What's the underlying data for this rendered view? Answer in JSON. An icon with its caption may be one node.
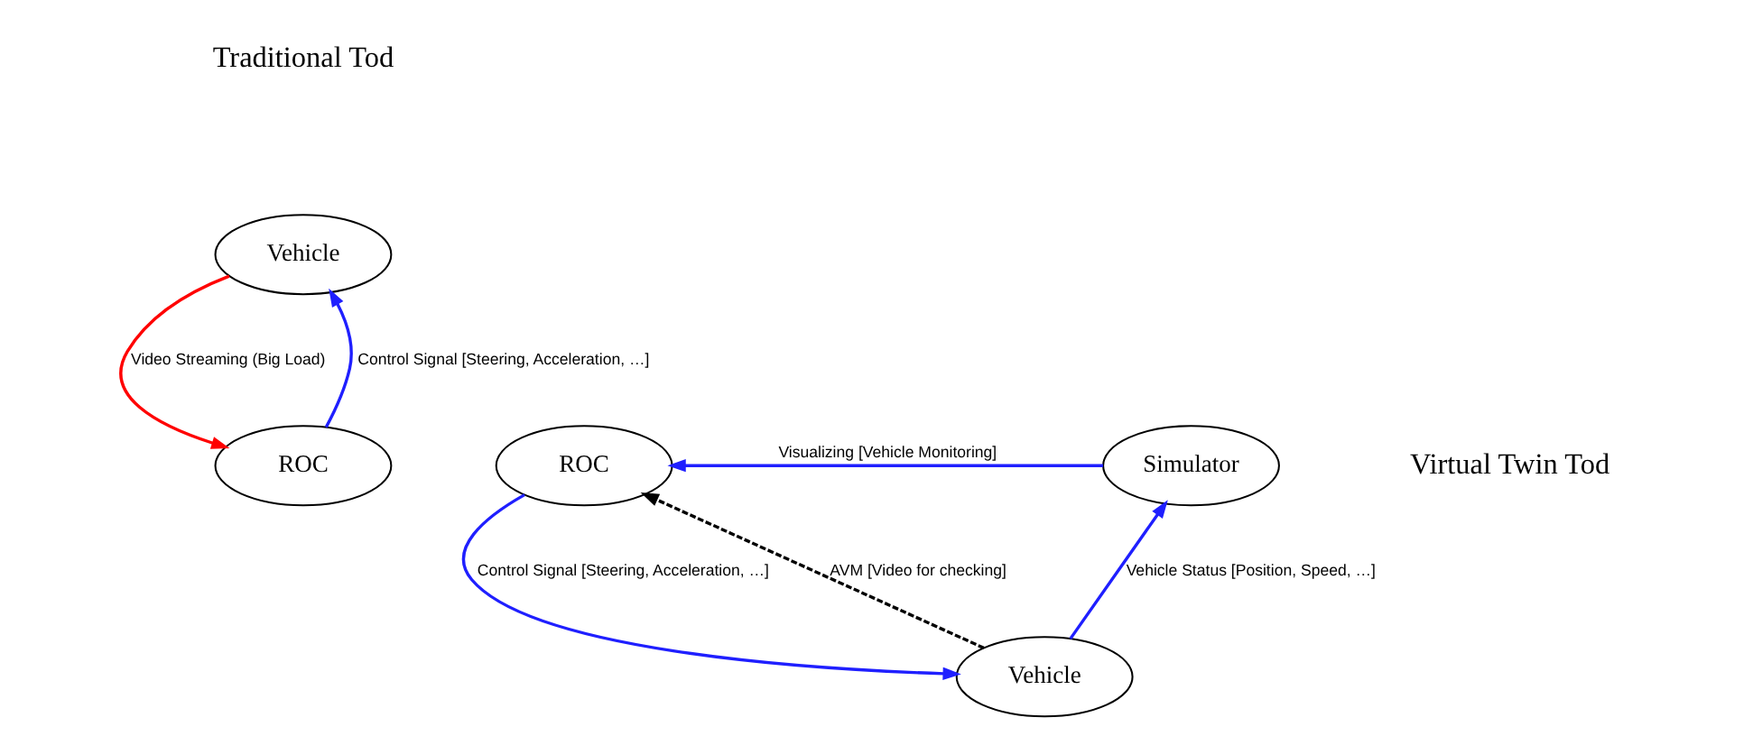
{
  "diagram": {
    "nodes": [
      {
        "text": [
          "Vehicle"
        ]
      },
      {
        "text": [
          "ROC"
        ]
      },
      {
        "text": [
          "Vehicle"
        ]
      },
      {
        "text": [
          "ROC"
        ]
      },
      {
        "text": [
          "Simulator"
        ]
      }
    ],
    "edges": [
      {
        "from": 0,
        "to": 1,
        "arrow": "to",
        "label": "Video Streaming (Big Load)",
        "color": "#ff0000"
      },
      {
        "from": 1,
        "to": 0,
        "arrow": "to",
        "label": "Control Signal [Steering, Acceleration, …]"
      },
      {
        "from": 2,
        "to": 3,
        "arrow": "to",
        "label": "AVM [Video for checking]",
        "style": "dashed",
        "color": "#000000"
      },
      {
        "from": 3,
        "to": 2,
        "arrow": "to",
        "label": "Control Signal [Steering, Acceleration, …]"
      },
      {
        "from": 2,
        "to": 4,
        "arrow": "to",
        "label": "Vehicle Status [Position, Speed, …]"
      },
      {
        "from": 4,
        "to": 3,
        "arrow": "to",
        "label": "Visualizing [Vehicle Monitoring]"
      }
    ],
    "labels": [
      "Traditional Tod",
      "Virtual Twin Tod"
    ]
  }
}
